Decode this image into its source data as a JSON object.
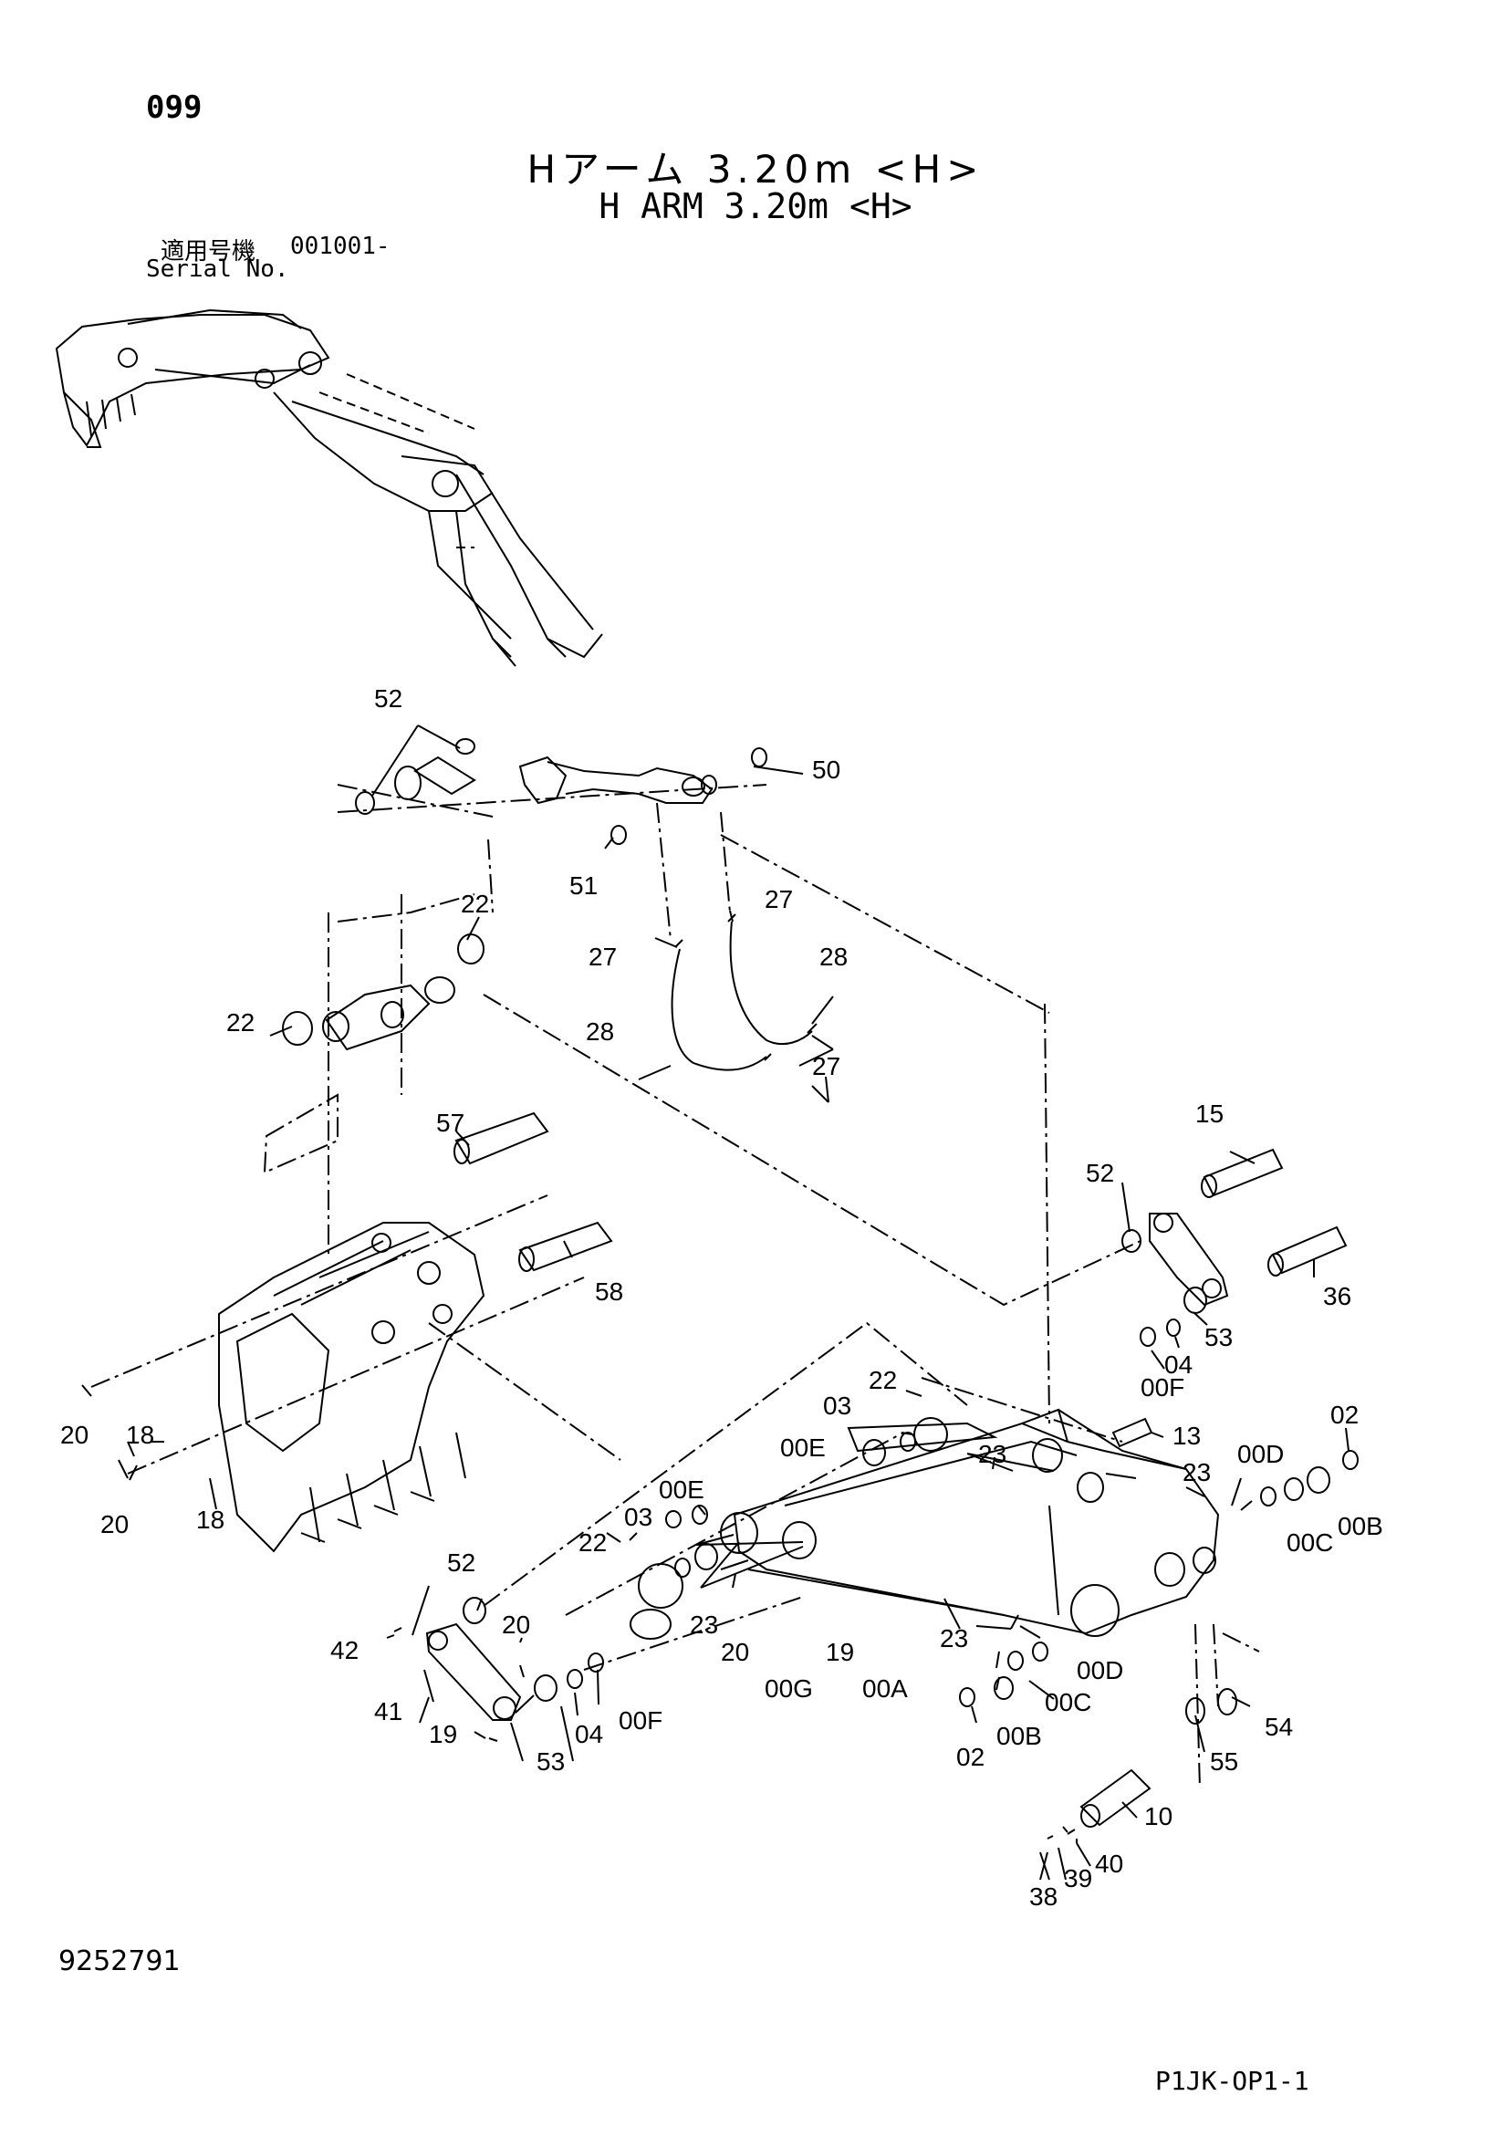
{
  "header": {
    "page_number": "099",
    "title_jp": "Hアーム 3.20m <H>",
    "title_en": "H ARM 3.20m <H>",
    "serial_label_jp": "適用号機",
    "serial_value": "001001-",
    "serial_label_en": "Serial No."
  },
  "footer": {
    "doc_number": "9252791",
    "sheet_code": "P1JK-OP1-1"
  },
  "part_labels": [
    {
      "id": "p1",
      "text": "52"
    },
    {
      "id": "p2",
      "text": "50"
    },
    {
      "id": "p3",
      "text": "51"
    },
    {
      "id": "p4",
      "text": "22"
    },
    {
      "id": "p5",
      "text": "27"
    },
    {
      "id": "p6",
      "text": "27"
    },
    {
      "id": "p7",
      "text": "28"
    },
    {
      "id": "p8",
      "text": "22"
    },
    {
      "id": "p9",
      "text": "28"
    },
    {
      "id": "p10",
      "text": "27"
    },
    {
      "id": "p11",
      "text": "57"
    },
    {
      "id": "p12",
      "text": "15"
    },
    {
      "id": "p13",
      "text": "52"
    },
    {
      "id": "p14",
      "text": "58"
    },
    {
      "id": "p15",
      "text": "36"
    },
    {
      "id": "p16",
      "text": "53"
    },
    {
      "id": "p17",
      "text": "04"
    },
    {
      "id": "p18",
      "text": "00F"
    },
    {
      "id": "p19",
      "text": "22"
    },
    {
      "id": "p20",
      "text": "03"
    },
    {
      "id": "p21",
      "text": "02"
    },
    {
      "id": "p22",
      "text": "13"
    },
    {
      "id": "p23",
      "text": "00E"
    },
    {
      "id": "p24",
      "text": "23"
    },
    {
      "id": "p25",
      "text": "00D"
    },
    {
      "id": "p26",
      "text": "23"
    },
    {
      "id": "p27",
      "text": "20"
    },
    {
      "id": "p28",
      "text": "18"
    },
    {
      "id": "p29",
      "text": "20"
    },
    {
      "id": "p30",
      "text": "18"
    },
    {
      "id": "p31",
      "text": "00E"
    },
    {
      "id": "p32",
      "text": "03"
    },
    {
      "id": "p33",
      "text": "22"
    },
    {
      "id": "p34",
      "text": "00B"
    },
    {
      "id": "p35",
      "text": "00C"
    },
    {
      "id": "p36",
      "text": "52"
    },
    {
      "id": "p37",
      "text": "23"
    },
    {
      "id": "p38",
      "text": "42"
    },
    {
      "id": "p39",
      "text": "20"
    },
    {
      "id": "p40",
      "text": "20"
    },
    {
      "id": "p41",
      "text": "19"
    },
    {
      "id": "p42",
      "text": "00G"
    },
    {
      "id": "p43",
      "text": "00A"
    },
    {
      "id": "p44",
      "text": "23"
    },
    {
      "id": "p45",
      "text": "00D"
    },
    {
      "id": "p46",
      "text": "41"
    },
    {
      "id": "p47",
      "text": "00C"
    },
    {
      "id": "p48",
      "text": "00F"
    },
    {
      "id": "p49",
      "text": "19"
    },
    {
      "id": "p50",
      "text": "04"
    },
    {
      "id": "p51",
      "text": "53"
    },
    {
      "id": "p52",
      "text": "02"
    },
    {
      "id": "p53",
      "text": "00B"
    },
    {
      "id": "p54",
      "text": "54"
    },
    {
      "id": "p55",
      "text": "55"
    },
    {
      "id": "p56",
      "text": "10"
    },
    {
      "id": "p57",
      "text": "40"
    },
    {
      "id": "p58",
      "text": "39"
    },
    {
      "id": "p59",
      "text": "38"
    }
  ]
}
